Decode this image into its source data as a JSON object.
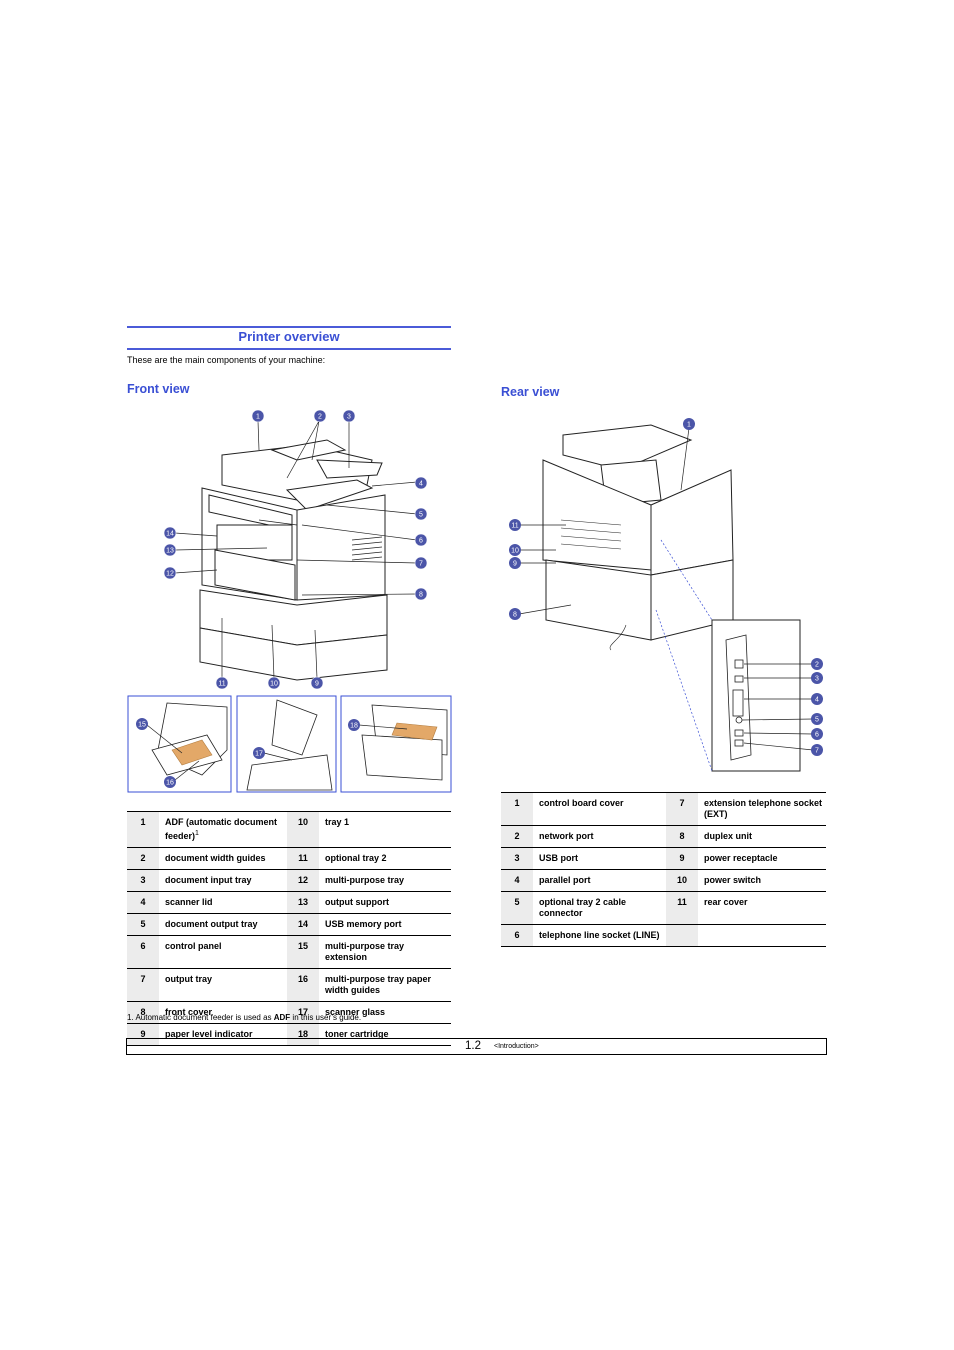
{
  "section_title": "Printer overview",
  "intro": "These are the main components of your machine:",
  "front_view": {
    "heading": "Front view",
    "callouts": [
      "1",
      "2",
      "3",
      "4",
      "5",
      "6",
      "7",
      "8",
      "9",
      "10",
      "11",
      "12",
      "13",
      "14"
    ],
    "inset_callouts": [
      "15",
      "16",
      "17",
      "18"
    ]
  },
  "rear_view": {
    "heading": "Rear view",
    "callouts": [
      "1",
      "11",
      "10",
      "9",
      "8"
    ],
    "detail_callouts": [
      "2",
      "3",
      "4",
      "5",
      "6",
      "7"
    ]
  },
  "front_table": [
    {
      "n1": "1",
      "l1": "ADF (automatic document feeder)",
      "sup": "1",
      "n2": "10",
      "l2": "tray 1"
    },
    {
      "n1": "2",
      "l1": "document width guides",
      "sup": "",
      "n2": "11",
      "l2": "optional tray 2"
    },
    {
      "n1": "3",
      "l1": "document input tray",
      "sup": "",
      "n2": "12",
      "l2": "multi-purpose tray"
    },
    {
      "n1": "4",
      "l1": "scanner lid",
      "sup": "",
      "n2": "13",
      "l2": "output support"
    },
    {
      "n1": "5",
      "l1": "document output tray",
      "sup": "",
      "n2": "14",
      "l2": "USB memory port"
    },
    {
      "n1": "6",
      "l1": "control panel",
      "sup": "",
      "n2": "15",
      "l2": "multi-purpose tray extension"
    },
    {
      "n1": "7",
      "l1": "output tray",
      "sup": "",
      "n2": "16",
      "l2": "multi-purpose tray paper width guides"
    },
    {
      "n1": "8",
      "l1": "front cover",
      "sup": "",
      "n2": "17",
      "l2": "scanner glass"
    },
    {
      "n1": "9",
      "l1": "paper level indicator",
      "sup": "",
      "n2": "18",
      "l2": "toner cartridge"
    }
  ],
  "rear_table": [
    {
      "n1": "1",
      "l1": "control board cover",
      "n2": "7",
      "l2": "extension telephone socket (EXT)"
    },
    {
      "n1": "2",
      "l1": "network port",
      "n2": "8",
      "l2": "duplex unit"
    },
    {
      "n1": "3",
      "l1": "USB port",
      "n2": "9",
      "l2": "power receptacle"
    },
    {
      "n1": "4",
      "l1": "parallel port",
      "n2": "10",
      "l2": "power switch"
    },
    {
      "n1": "5",
      "l1": "optional tray 2 cable connector",
      "n2": "11",
      "l2": "rear cover"
    },
    {
      "n1": "6",
      "l1": "telephone line socket (LINE)",
      "n2": "",
      "l2": ""
    }
  ],
  "footnote": {
    "prefix": "1. Automatic document feeder is used as ",
    "bold": "ADF",
    "suffix": " in this user’s guide."
  },
  "footer": {
    "page": "1.2",
    "chapter": "<Introduction>"
  },
  "colors": {
    "accent": "#3a4fd4",
    "callout": "#4b55a8",
    "toner": "#e3a868"
  }
}
